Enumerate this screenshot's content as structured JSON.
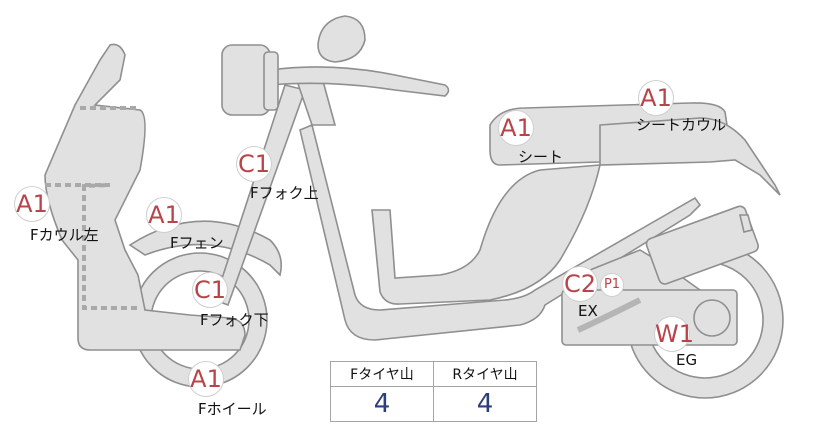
{
  "parts": [
    {
      "id": "f-cowl",
      "grade": "A1",
      "label": "Fカウル左"
    },
    {
      "id": "f-fender",
      "grade": "A1",
      "label": "Fフェン"
    },
    {
      "id": "f-fork-upper",
      "grade": "C1",
      "label": "Fフォク上"
    },
    {
      "id": "f-fork-lower",
      "grade": "C1",
      "label": "Fフォク下"
    },
    {
      "id": "f-wheel",
      "grade": "A1",
      "label": "Fホイール"
    },
    {
      "id": "seat",
      "grade": "A1",
      "label": "シート"
    },
    {
      "id": "seat-cowl",
      "grade": "A1",
      "label": "シートカウル"
    },
    {
      "id": "exhaust",
      "grade": "C2",
      "sub": "P1",
      "label": "EX"
    },
    {
      "id": "engine",
      "grade": "W1",
      "label": "EG"
    }
  ],
  "tread": {
    "headers": [
      "Fタイヤ山",
      "Rタイヤ山"
    ],
    "values": [
      "4",
      "4"
    ]
  },
  "colors": {
    "part_fill": "#e1e1e1",
    "part_stroke": "#8f8f8f",
    "grade_text": "#b8444a",
    "tread_value": "#2c3f7a"
  }
}
